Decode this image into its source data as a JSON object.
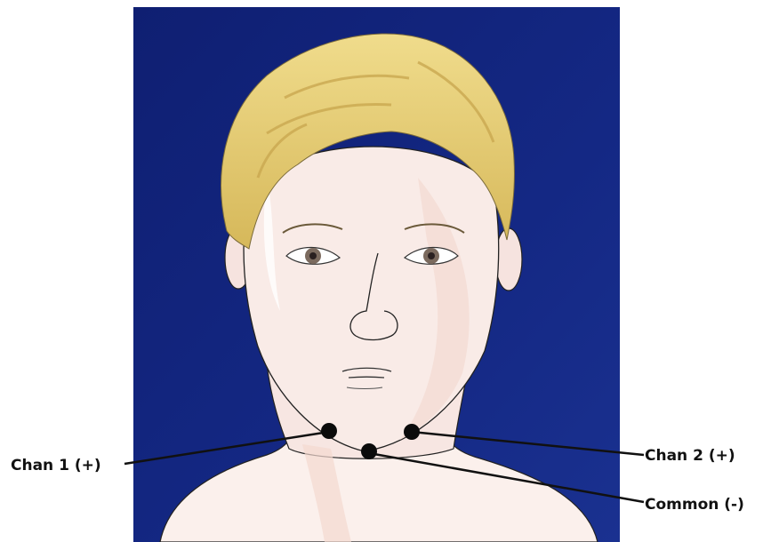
{
  "labels": {
    "chan1": "Chan 1 (+)",
    "chan2": "Chan 2 (+)",
    "common": "Common (-)"
  },
  "colors": {
    "background": "#11247a",
    "hair": "#e0c46a",
    "skin": "#f8e8e4",
    "electrode": "#0b0b0b",
    "lead": "#111111"
  }
}
